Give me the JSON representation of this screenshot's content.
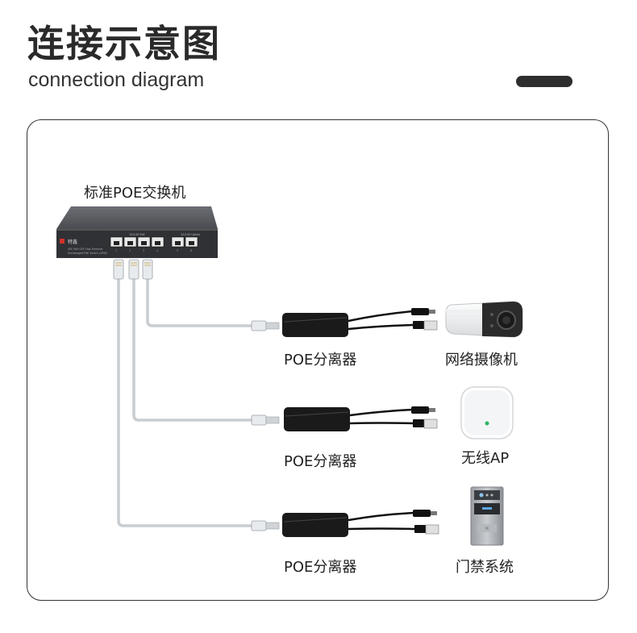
{
  "header": {
    "title_cn": "连接示意图",
    "title_en": "connection diagram"
  },
  "switch": {
    "label": "标准POE交换机",
    "brand": "特鑫",
    "front_text_1": "4FE PoE+2FE Fast Ethernet",
    "front_text_2": "Unmanaged PoE Switch (uPoE)",
    "port_group_1": "10/100 PoE",
    "port_group_2": "10/100 Uplink",
    "port_numbers": [
      "1",
      "2",
      "3",
      "4",
      "5",
      "6"
    ]
  },
  "splitters": [
    {
      "label": "POE分离器",
      "device": "网络摄像机",
      "device_icon": "ip-camera-icon"
    },
    {
      "label": "POE分离器",
      "device": "无线AP",
      "device_icon": "wireless-ap-icon"
    },
    {
      "label": "POE分离器",
      "device": "门禁系统",
      "device_icon": "access-control-icon"
    }
  ],
  "colors": {
    "cable": "#c9cdd0",
    "switch_body": "#3a3c40",
    "splitter_body": "#1a1a1a",
    "frame": "#333333"
  }
}
